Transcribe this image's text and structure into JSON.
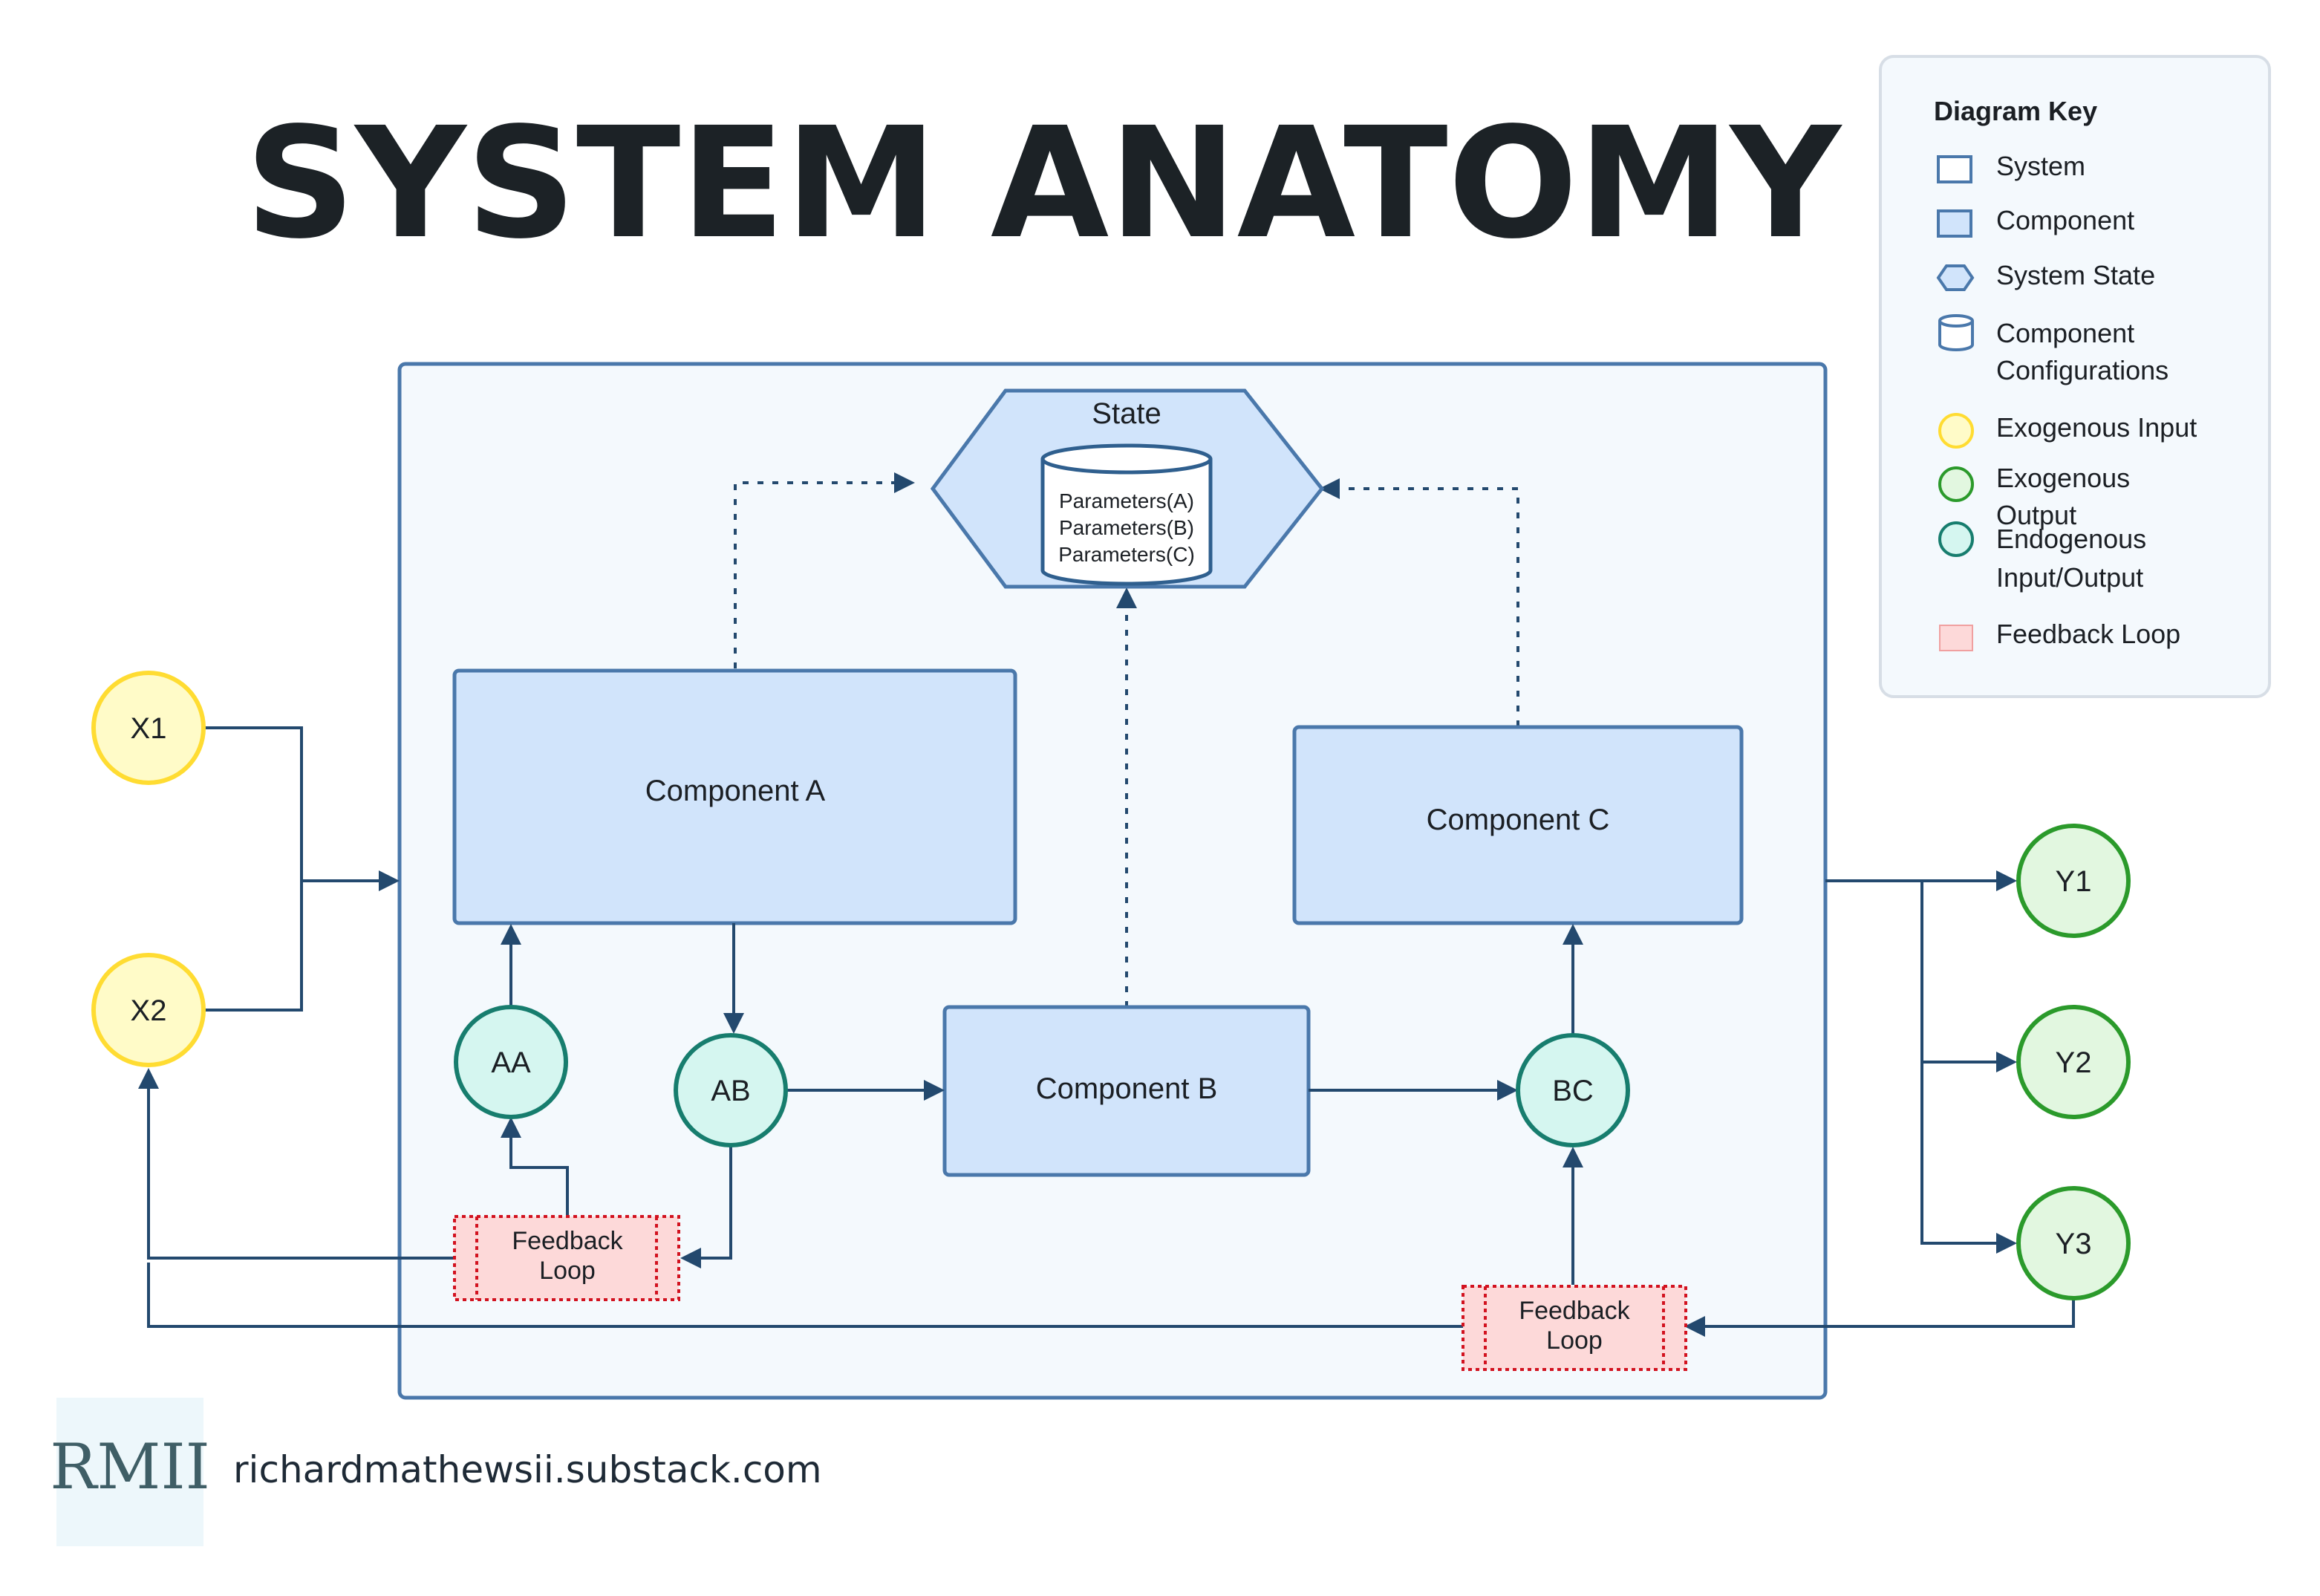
{
  "title": "SYSTEM ANATOMY",
  "colors": {
    "system_stroke": "#4a78ab",
    "system_fill": "#f4f9fd",
    "component_fill": "#d1e4fb",
    "arrow": "#23496e",
    "exo_input_fill": "#fffbc8",
    "exo_input_stroke": "#ffdc32",
    "exo_output_fill": "#e2f7e0",
    "exo_output_stroke": "#2b9a2b",
    "endo_fill": "#d5f6f0",
    "endo_stroke": "#177d6e",
    "feedback_fill": "#fdd9d9",
    "feedback_stroke": "#d2121f"
  },
  "state": {
    "label": "State",
    "params": [
      "Parameters(A)",
      "Parameters(B)",
      "Parameters(C)"
    ]
  },
  "components": {
    "a": "Component A",
    "b": "Component B",
    "c": "Component C"
  },
  "nodes": {
    "x1": "X1",
    "x2": "X2",
    "y1": "Y1",
    "y2": "Y2",
    "y3": "Y3",
    "aa": "AA",
    "ab": "AB",
    "bc": "BC"
  },
  "feedback": {
    "line1": "Feedback",
    "line2": "Loop"
  },
  "key": {
    "title": "Diagram Key",
    "system": "System",
    "component": "Component",
    "system_state": "System State",
    "component_configurations_1": "Component",
    "component_configurations_2": "Configurations",
    "exogenous_input": "Exogenous Input",
    "exogenous_output_1": "Exogenous",
    "exogenous_output_2": "Output",
    "endogenous_1": "Endogenous",
    "endogenous_2": "Input/Output",
    "feedback_loop": "Feedback Loop"
  },
  "footer": {
    "logo": "RMII",
    "url": "richardmathewsii.substack.com"
  }
}
